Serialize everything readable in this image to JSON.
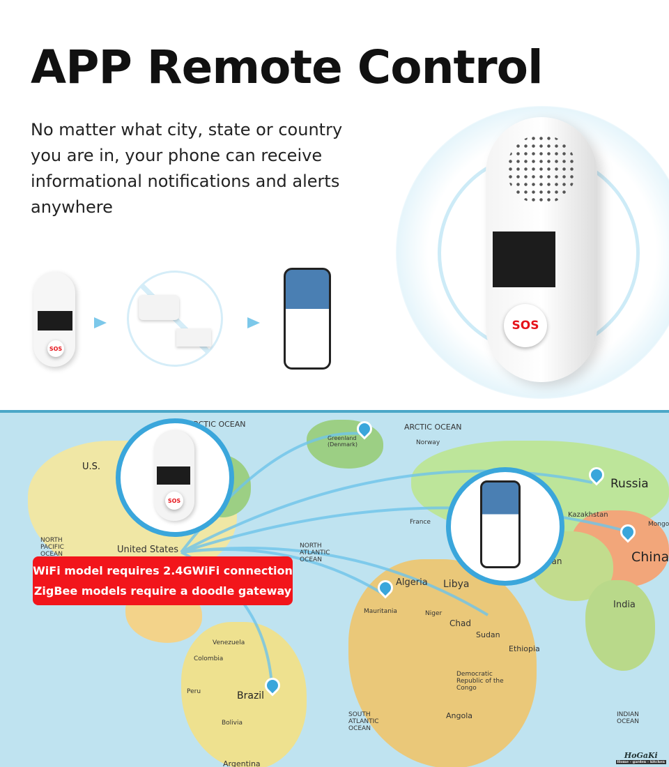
{
  "header": {
    "title": "APP Remote Control",
    "description": "No matter what city, state or country you are in, your phone can receive informational notifications and alerts anywhere"
  },
  "device": {
    "sos_label": "SOS"
  },
  "map": {
    "callout_lines": [
      "WiFi model requires 2.4GWiFi connection",
      "ZigBee models require a doodle gateway"
    ],
    "big_labels": {
      "russia": "Russia",
      "china": "China",
      "united_states": "United States",
      "brazil": "Brazil",
      "algeria": "Algeria",
      "libya": "Libya",
      "sudan": "Sudan",
      "chad": "Chad",
      "india": "India",
      "iran": "Iran",
      "kazakhstan": "Kazakhstan"
    },
    "small_labels": [
      "ARCTIC OCEAN",
      "Greenland (Denmark)",
      "U.S.",
      "NORTH PACIFIC OCEAN",
      "NORTH ATLANTIC OCEAN",
      "SOUTH ATLANTIC OCEAN",
      "INDIAN OCEAN",
      "Mauritania",
      "Niger",
      "Ethiopia",
      "Democratic Republic of the Congo",
      "Angola",
      "Colombia",
      "Venezuela",
      "Peru",
      "Bolivia",
      "Argentina",
      "France",
      "Norway",
      "Mongolia"
    ]
  },
  "logo": {
    "name": "HoGaKi",
    "tagline": "Home - garden - kitchen"
  },
  "colors": {
    "accent": "#3aa6db",
    "alert": "#f2151b"
  }
}
